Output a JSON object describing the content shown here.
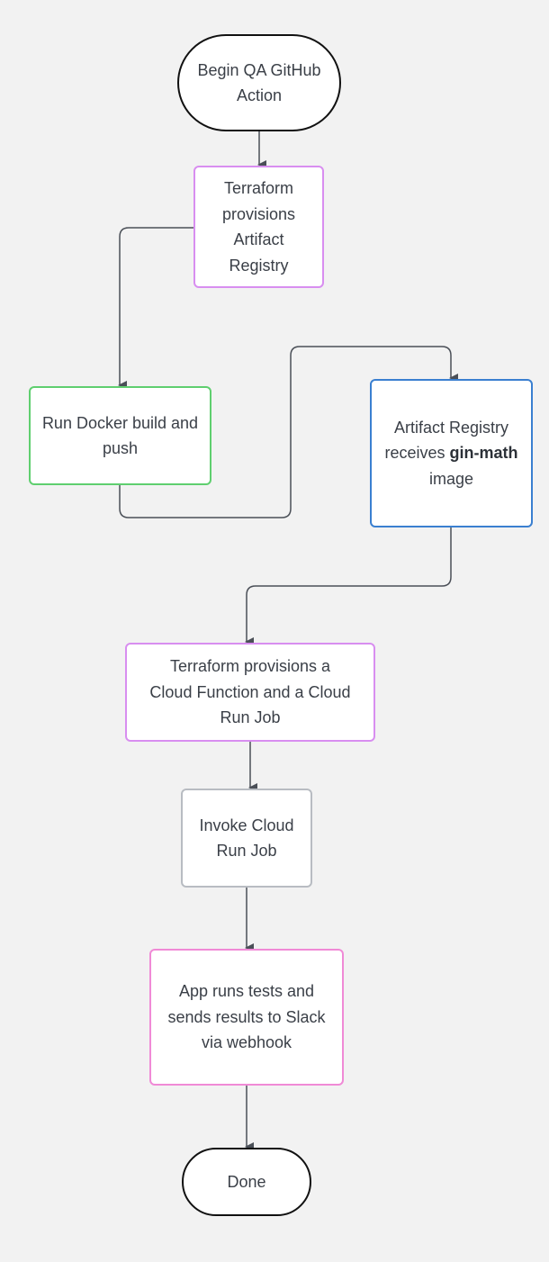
{
  "diagram": {
    "nodes": {
      "begin": {
        "label": "Begin QA GitHub Action"
      },
      "terraform_registry": {
        "label": "Terraform provisions Artifact Registry"
      },
      "docker": {
        "label": "Run Docker build and push"
      },
      "registry_receives": {
        "label_pre": "Artifact Registry receives",
        "label_bold": "gin-math",
        "label_post": "image"
      },
      "terraform_function": {
        "label": "Terraform provisions a Cloud Function and a Cloud Run Job"
      },
      "invoke": {
        "label": "Invoke Cloud Run Job"
      },
      "app_tests": {
        "label": "App runs tests and sends results to Slack via webhook"
      },
      "done": {
        "label": "Done"
      }
    },
    "edges": [
      [
        "begin",
        "terraform_registry"
      ],
      [
        "terraform_registry",
        "docker"
      ],
      [
        "docker",
        "registry_receives"
      ],
      [
        "registry_receives",
        "terraform_function"
      ],
      [
        "terraform_function",
        "invoke"
      ],
      [
        "invoke",
        "app_tests"
      ],
      [
        "app_tests",
        "done"
      ]
    ],
    "colors": {
      "edge": "#4a4f57",
      "terminal_border": "#111111",
      "terraform_border": "#d88ef0",
      "docker_border": "#5fcf6f",
      "registry_border": "#3a7fd0",
      "invoke_border": "#b8bcc2",
      "app_border": "#f08ad6"
    }
  }
}
